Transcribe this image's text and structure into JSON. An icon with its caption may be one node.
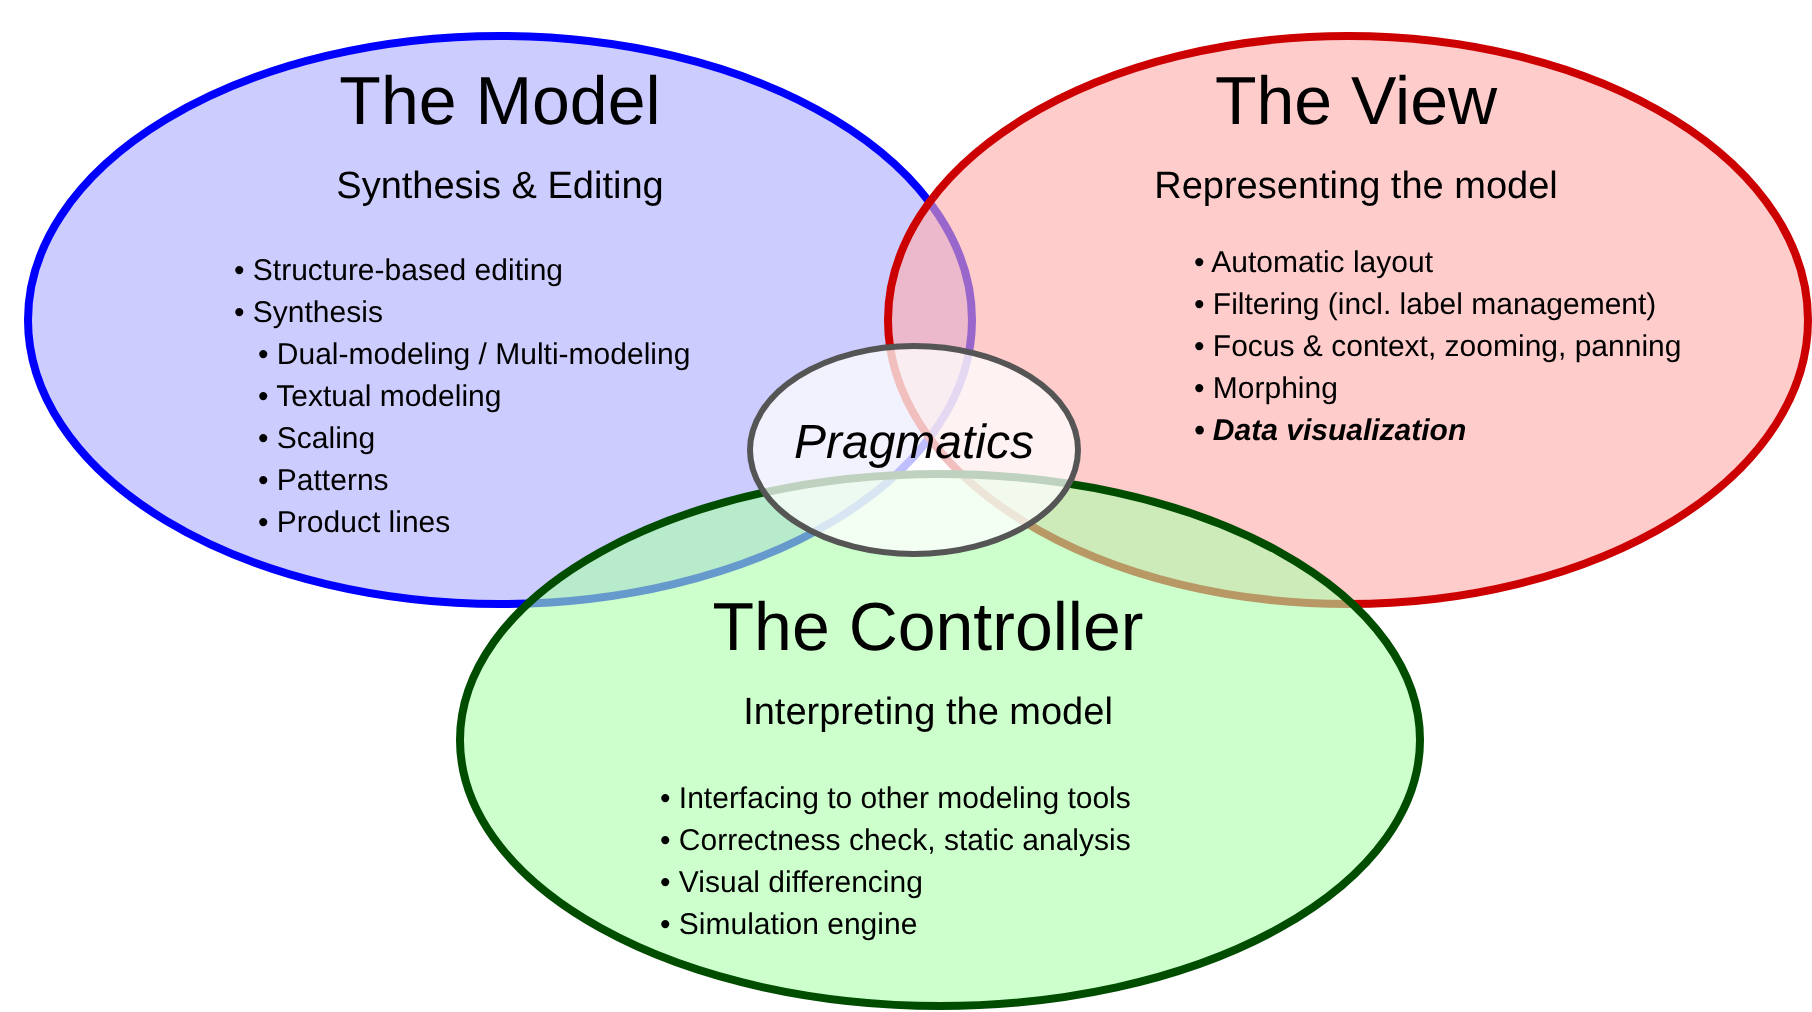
{
  "diagram": {
    "nodes": [
      {
        "text": [
          "The Model",
          "Synthesis & Editing",
          "• Structure-based editing",
          "• Synthesis",
          "• Dual-modeling / Multi-modeling",
          "• Textual modeling",
          "• Scaling",
          "• Patterns",
          "• Product lines"
        ]
      },
      {
        "text": [
          "The View",
          "Representing the model",
          "• Automatic layout",
          "• Filtering (incl. label management)",
          "• Focus & context, zooming, panning",
          "• Morphing",
          "• Data visualization"
        ]
      },
      {
        "text": [
          "The Controller",
          "Interpreting the model",
          "• Interfacing to other modeling tools",
          "• Correctness check, static analysis",
          "• Visual differencing",
          "• Simulation engine"
        ]
      },
      {
        "text": [
          "Pragmatics"
        ]
      }
    ]
  }
}
